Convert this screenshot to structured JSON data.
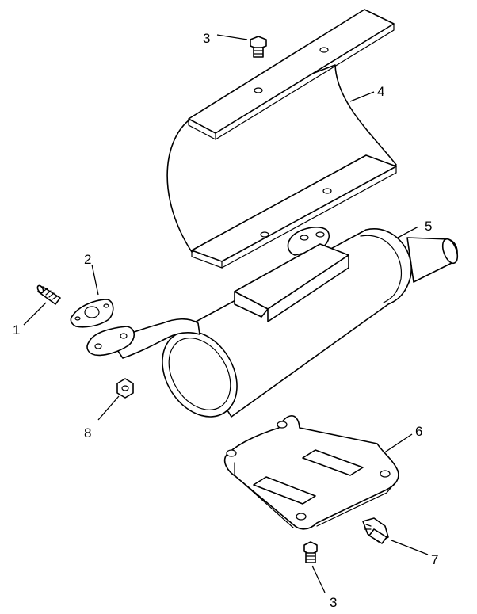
{
  "callouts": [
    {
      "id": "callout-1",
      "label": "1"
    },
    {
      "id": "callout-2",
      "label": "2"
    },
    {
      "id": "callout-3-top",
      "label": "3"
    },
    {
      "id": "callout-4",
      "label": "4"
    },
    {
      "id": "callout-5",
      "label": "5"
    },
    {
      "id": "callout-6",
      "label": "6"
    },
    {
      "id": "callout-7",
      "label": "7"
    },
    {
      "id": "callout-8",
      "label": "8"
    },
    {
      "id": "callout-3-bottom",
      "label": "3"
    }
  ]
}
